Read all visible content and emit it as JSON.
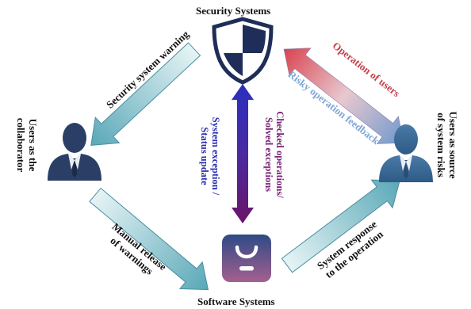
{
  "nodes": {
    "security": {
      "title": "Security Systems",
      "icon": "shield-icon"
    },
    "software": {
      "title": "Software Systems",
      "icon": "app-icon"
    },
    "user_left": {
      "title_line1": "Users as the",
      "title_line2": "collaborator",
      "icon": "user-icon"
    },
    "user_right": {
      "title_line1": "Users as source",
      "title_line2": "of system risks",
      "icon": "user-icon"
    }
  },
  "edges": {
    "top_left": {
      "label": "Security system warning"
    },
    "bottom_left": {
      "label_line1": "Manual release",
      "label_line2": "of warnings"
    },
    "bottom_right": {
      "label_line1": "System response",
      "label_line2": "to the operation"
    },
    "center_left": {
      "label_line1": "System exception /",
      "label_line2": "Status update"
    },
    "center_right": {
      "label_line1": "Checked operations/",
      "label_line2": "Solved exceptions"
    },
    "top_right_upper": {
      "label": "Operation of users"
    },
    "top_right_lower": {
      "label": "Risky operation feedback"
    }
  },
  "colors": {
    "user_blue": "#2b3f66",
    "user_right_blue": "#3a6a96",
    "shield_dark": "#1f2e58",
    "app_gradient_top": "#2e4a86",
    "app_gradient_bottom": "#9b5e93",
    "arrow_teal_light": "#cfe9ec",
    "arrow_teal_dark": "#4a9eb0",
    "center_blue": "#2a2fb0",
    "center_purple": "#6a1468",
    "operation_red": "#c4404a",
    "feedback_blue": "#7fa7d6",
    "label_purple": "#7a2478"
  }
}
